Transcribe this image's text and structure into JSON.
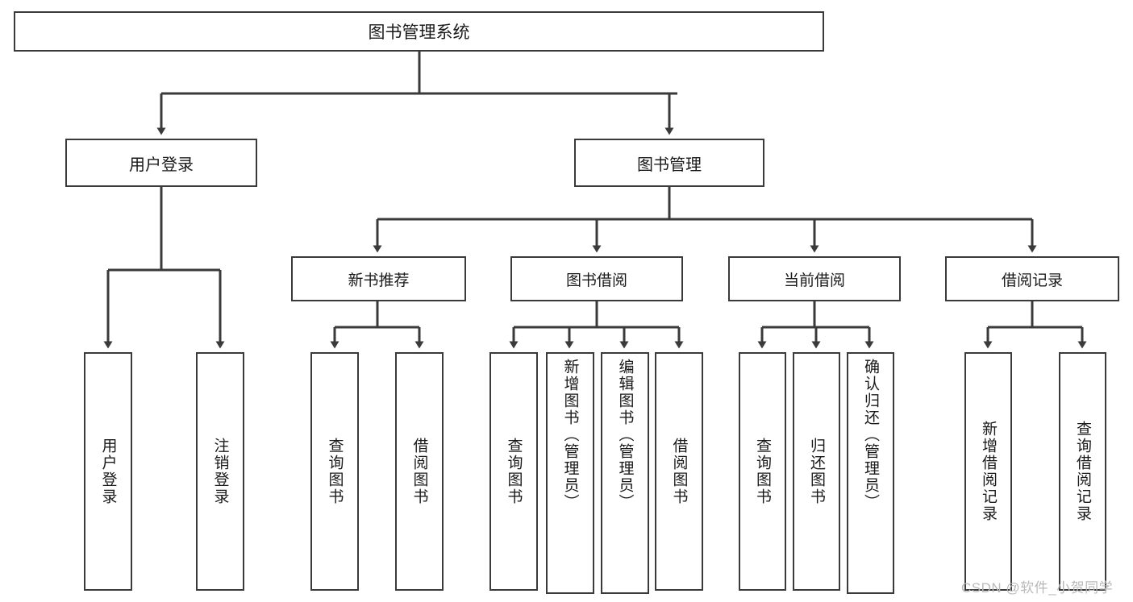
{
  "diagram": {
    "title": "图书管理系统",
    "background": "#ffffff",
    "line_color": "#3a3a3a",
    "text_color": "#1a1a1a",
    "type": "hierarchical-tree",
    "root": {
      "label": "图书管理系统"
    },
    "level2": [
      {
        "label": "用户登录"
      },
      {
        "label": "图书管理"
      }
    ],
    "level3": [
      {
        "label": "新书推荐"
      },
      {
        "label": "图书借阅"
      },
      {
        "label": "当前借阅"
      },
      {
        "label": "借阅记录"
      }
    ],
    "leaves": {
      "user_login": [
        {
          "label": "用户登录"
        },
        {
          "label": "注销登录"
        }
      ],
      "new_book_recommend": [
        {
          "label": "查询图书"
        },
        {
          "label": "借阅图书"
        }
      ],
      "book_borrow": [
        {
          "label": "查询图书"
        },
        {
          "label": "新增图书（管理员）"
        },
        {
          "label": "编辑图书（管理员）"
        },
        {
          "label": "借阅图书"
        }
      ],
      "current_borrow": [
        {
          "label": "查询图书"
        },
        {
          "label": "归还图书"
        },
        {
          "label": "确认归还（管理员）"
        }
      ],
      "borrow_record": [
        {
          "label": "新增借阅记录"
        },
        {
          "label": "查询借阅记录"
        }
      ]
    }
  },
  "watermark": {
    "text": "CSDN @软件_小贺同学",
    "color": "#b9b9b9"
  }
}
